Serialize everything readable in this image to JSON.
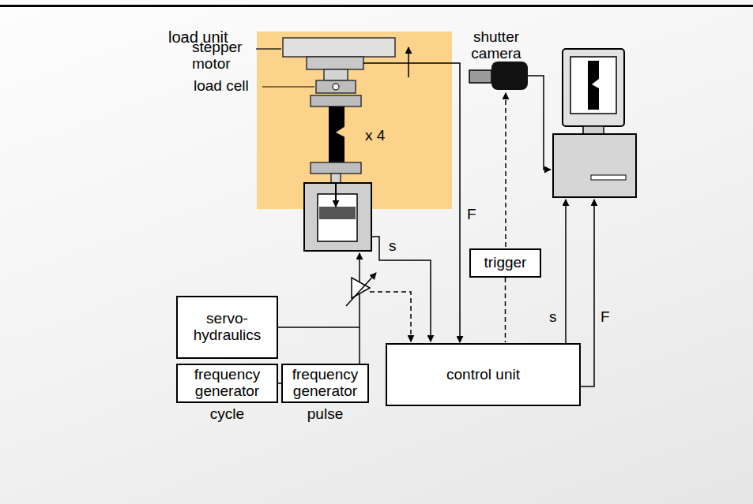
{
  "diagram": {
    "nodes": [
      {
        "text": [
          "load unit"
        ]
      },
      {
        "text": [
          "trigger"
        ]
      },
      {
        "text": [
          "servo- hydraulics"
        ]
      },
      {
        "text": [
          "frequency generator",
          "cycle"
        ]
      },
      {
        "text": [
          "frequency generator",
          "pulse"
        ]
      },
      {
        "text": [
          "control unit"
        ]
      }
    ],
    "edges": [
      {
        "from": 0,
        "to": 5,
        "label": "F",
        "arrow": "to"
      },
      {
        "from": 3,
        "to": 4,
        "arrow": "none"
      },
      {
        "from": 1,
        "to": 5,
        "arrow": "none"
      }
    ],
    "labels": [
      "stepper motor",
      "load cell",
      "x 4",
      "shutter camera",
      "s",
      "s",
      "F"
    ]
  }
}
